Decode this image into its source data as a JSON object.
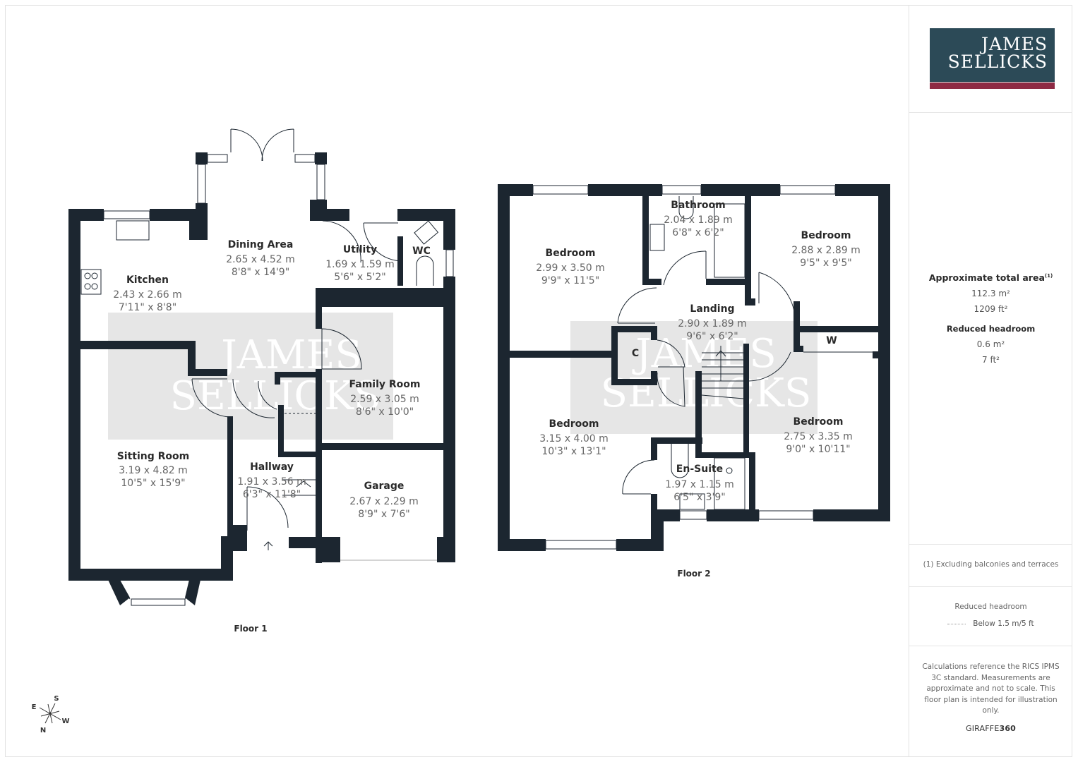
{
  "brand": {
    "logo_line1": "JAMES",
    "logo_line2": "SELLICKS",
    "logo_bg_color": "#2c4a57",
    "logo_bar_color": "#8e2a44",
    "watermark_line1": "JAMES",
    "watermark_line2": "SELLICKS"
  },
  "floors": [
    {
      "label": "Floor 1",
      "rooms": [
        {
          "name": "Dining Area",
          "metric": "2.65 x 4.52 m",
          "imperial": "8'8\" x 14'9\""
        },
        {
          "name": "Kitchen",
          "metric": "2.43 x 2.66 m",
          "imperial": "7'11\" x 8'8\""
        },
        {
          "name": "Utility",
          "metric": "1.69 x 1.59 m",
          "imperial": "5'6\" x 5'2\""
        },
        {
          "name": "WC",
          "metric": "",
          "imperial": ""
        },
        {
          "name": "Family Room",
          "metric": "2.59 x 3.05 m",
          "imperial": "8'6\" x 10'0\""
        },
        {
          "name": "Sitting Room",
          "metric": "3.19 x 4.82 m",
          "imperial": "10'5\" x 15'9\""
        },
        {
          "name": "Hallway",
          "metric": "1.91 x 3.56 m",
          "imperial": "6'3\" x 11'8\""
        },
        {
          "name": "Garage",
          "metric": "2.67 x 2.29 m",
          "imperial": "8'9\" x 7'6\""
        }
      ]
    },
    {
      "label": "Floor 2",
      "rooms": [
        {
          "name": "Bathroom",
          "metric": "2.04 x 1.89 m",
          "imperial": "6'8\" x 6'2\""
        },
        {
          "name": "Bedroom",
          "metric": "2.99 x 3.50 m",
          "imperial": "9'9\" x 11'5\""
        },
        {
          "name": "Bedroom",
          "metric": "2.88 x 2.89 m",
          "imperial": "9'5\" x 9'5\""
        },
        {
          "name": "Landing",
          "metric": "2.90 x 1.89 m",
          "imperial": "9'6\" x 6'2\""
        },
        {
          "name": "C",
          "metric": "",
          "imperial": ""
        },
        {
          "name": "W",
          "metric": "",
          "imperial": ""
        },
        {
          "name": "Bedroom",
          "metric": "3.15 x 4.00 m",
          "imperial": "10'3\" x 13'1\""
        },
        {
          "name": "Bedroom",
          "metric": "2.75 x 3.35 m",
          "imperial": "9'0\" x 10'11\""
        },
        {
          "name": "En-Suite",
          "metric": "1.97 x 1.15 m",
          "imperial": "6'5\" x 3'9\""
        }
      ]
    }
  ],
  "compass": {
    "n": "N",
    "s": "S",
    "e": "E",
    "w": "W"
  },
  "sidebar": {
    "total_area_title": "Approximate total area",
    "total_area_footnote_mark": "(1)",
    "total_area_m2": "112.3 m²",
    "total_area_ft2": "1209 ft²",
    "reduced_headroom_title": "Reduced headroom",
    "reduced_headroom_m2": "0.6 m²",
    "reduced_headroom_ft2": "7 ft²",
    "footnote": "(1) Excluding balconies and terraces",
    "legend_title": "Reduced headroom",
    "legend_item": "Below 1.5 m/5 ft",
    "disclaimer": "Calculations reference the RICS IPMS 3C standard. Measurements are approximate and not to scale. This floor plan is intended for illustration only.",
    "provider_prefix": "GIRAFFE",
    "provider_suffix": "360"
  },
  "colors": {
    "wall": "#1c2630",
    "text_dark": "#2a2a2a",
    "text_muted": "#666666",
    "watermark_bg": "#e6e6e6"
  }
}
